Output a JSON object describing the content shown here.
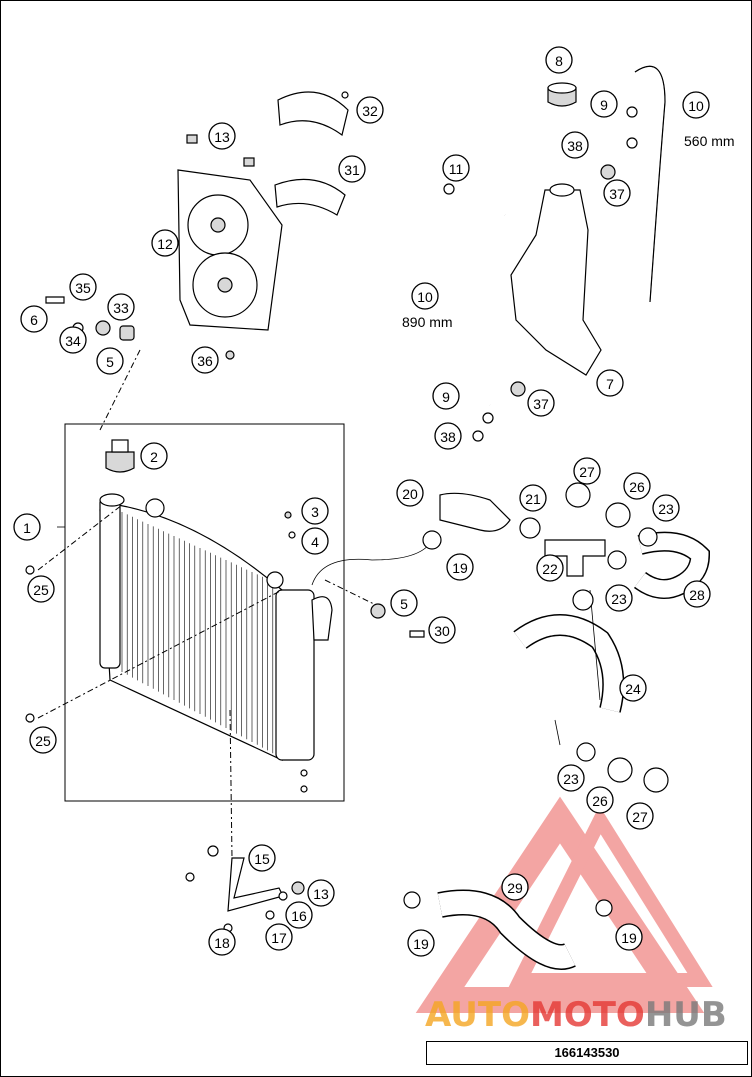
{
  "diagram": {
    "callouts": [
      {
        "id": "c1",
        "label": "1"
      },
      {
        "id": "c2",
        "label": "2"
      },
      {
        "id": "c3",
        "label": "3"
      },
      {
        "id": "c4",
        "label": "4"
      },
      {
        "id": "c5a",
        "label": "5"
      },
      {
        "id": "c5b",
        "label": "5"
      },
      {
        "id": "c6",
        "label": "6"
      },
      {
        "id": "c7",
        "label": "7"
      },
      {
        "id": "c8",
        "label": "8"
      },
      {
        "id": "c9a",
        "label": "9"
      },
      {
        "id": "c9b",
        "label": "9"
      },
      {
        "id": "c10a",
        "label": "10"
      },
      {
        "id": "c10b",
        "label": "10"
      },
      {
        "id": "c11",
        "label": "11"
      },
      {
        "id": "c12",
        "label": "12"
      },
      {
        "id": "c13a",
        "label": "13"
      },
      {
        "id": "c13b",
        "label": "13"
      },
      {
        "id": "c15",
        "label": "15"
      },
      {
        "id": "c16",
        "label": "16"
      },
      {
        "id": "c17",
        "label": "17"
      },
      {
        "id": "c18",
        "label": "18"
      },
      {
        "id": "c19a",
        "label": "19"
      },
      {
        "id": "c19b",
        "label": "19"
      },
      {
        "id": "c19c",
        "label": "19"
      },
      {
        "id": "c20",
        "label": "20"
      },
      {
        "id": "c21",
        "label": "21"
      },
      {
        "id": "c22",
        "label": "22"
      },
      {
        "id": "c23a",
        "label": "23"
      },
      {
        "id": "c23b",
        "label": "23"
      },
      {
        "id": "c23c",
        "label": "23"
      },
      {
        "id": "c24",
        "label": "24"
      },
      {
        "id": "c25a",
        "label": "25"
      },
      {
        "id": "c25b",
        "label": "25"
      },
      {
        "id": "c26a",
        "label": "26"
      },
      {
        "id": "c26b",
        "label": "26"
      },
      {
        "id": "c27a",
        "label": "27"
      },
      {
        "id": "c27b",
        "label": "27"
      },
      {
        "id": "c28",
        "label": "28"
      },
      {
        "id": "c29",
        "label": "29"
      },
      {
        "id": "c30",
        "label": "30"
      },
      {
        "id": "c31",
        "label": "31"
      },
      {
        "id": "c32",
        "label": "32"
      },
      {
        "id": "c33",
        "label": "33"
      },
      {
        "id": "c34",
        "label": "34"
      },
      {
        "id": "c35",
        "label": "35"
      },
      {
        "id": "c36",
        "label": "36"
      },
      {
        "id": "c37a",
        "label": "37"
      },
      {
        "id": "c37b",
        "label": "37"
      },
      {
        "id": "c38a",
        "label": "38"
      },
      {
        "id": "c38b",
        "label": "38"
      }
    ],
    "notes": {
      "hose_short": "560 mm",
      "hose_long": "890 mm"
    }
  },
  "footer": {
    "part_number": "166143530"
  },
  "watermark": {
    "part1": "AUTO",
    "part2": "MOTO",
    "part3": "HUB",
    "color_orange": "#f5a623",
    "color_red": "#e53935",
    "color_gray": "#7a7a7a"
  }
}
